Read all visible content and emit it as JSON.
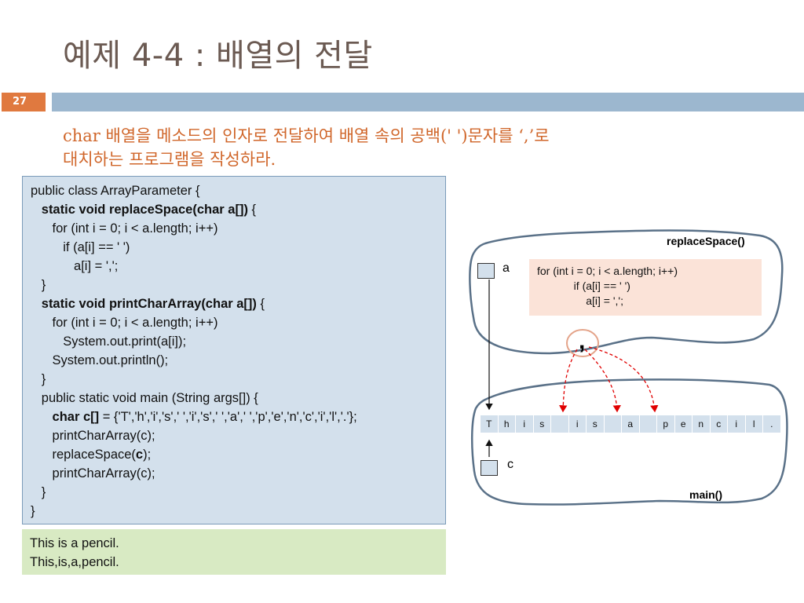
{
  "title": "예제 4-4 : 배열의 전달",
  "slide_number": "27",
  "subtitle": [
    "char 배열을 메소드의 인자로 전달하여 배열 속의 공백(' ')문자를 ‘,’로",
    "대치하는 프로그램을 작성하라."
  ],
  "code_lines": [
    "public class ArrayParameter {",
    "static void replaceSpace(char a[])",
    "for (int i = 0; i < a.length; i++)",
    "if (a[i] == ' ')",
    "a[i] = ',';",
    "}",
    "static void printCharArray(char a[])",
    "for (int i = 0; i < a.length; i++)",
    "System.out.print(a[i]);",
    "System.out.println();",
    "}",
    "public static void main (String args[]) {",
    "char c[]",
    " = {'T','h','i','s',' ','i','s',' ','a',' ','p','e','n','c','i','l','.'};",
    "printCharArray(c);",
    "replaceSpace(",
    "c",
    ");",
    "printCharArray(c);",
    "}",
    "}",
    " {"
  ],
  "output_lines": [
    "This is a pencil.",
    "This,is,a,pencil."
  ],
  "diagram": {
    "replace_label": "replaceSpace()",
    "main_label": "main()",
    "param_a": "a",
    "param_c": "c",
    "loop_code": [
      "for (int i = 0; i < a.length; i++)",
      "            if (a[i] == ' ')",
      "                a[i] = ',';"
    ],
    "comma_mark": ",",
    "cells": [
      "T",
      "h",
      "i",
      "s",
      "",
      "i",
      "s",
      "",
      "a",
      "",
      "p",
      "e",
      "n",
      "c",
      "i",
      "l",
      "."
    ]
  },
  "colors": {
    "title": "#6b5a52",
    "accent_orange": "#e0793f",
    "bar_blue": "#9cb7cf",
    "code_bg": "#d3e0ec",
    "output_bg": "#d8eac3",
    "loop_bg": "#fbe3d8",
    "arrow_red": "#e00000"
  }
}
